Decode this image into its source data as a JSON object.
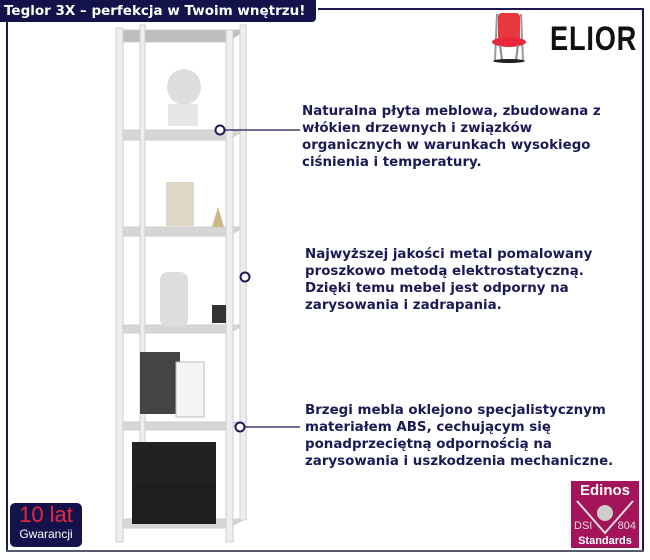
{
  "title": "Teglor 3X – perfekcja w Twoim wnętrzu!",
  "brand": {
    "name": "ELIOR"
  },
  "callouts": [
    {
      "lines": [
        "Naturalna płyta meblowa, zbudowana z",
        "włókien drzewnych i związków",
        "organicznych w warunkach wysokiego",
        "ciśnienia i temperatury."
      ]
    },
    {
      "lines": [
        "Najwyższej jakości metal pomalowany",
        "proszkowo metodą elektrostatyczną.",
        "Dzięki temu mebel jest odporny na",
        "zarysowania i zadrapania."
      ]
    },
    {
      "lines": [
        "Brzegi mebla oklejono specjalistycznym",
        "materiałem ABS, cechującym się",
        "ponadprzeciętną odpornością na",
        "zarysowania i uszkodzenia mechaniczne."
      ]
    }
  ],
  "warranty": {
    "years": "10 lat",
    "label": "Gwarancji"
  },
  "certificate": {
    "name": "Edinos",
    "left": "DSI",
    "right": "804",
    "bottom": "Standards"
  },
  "colors": {
    "navy": "#13124a",
    "text": "#1c1a55",
    "red": "#e8283a",
    "magenta": "#a3145a"
  }
}
